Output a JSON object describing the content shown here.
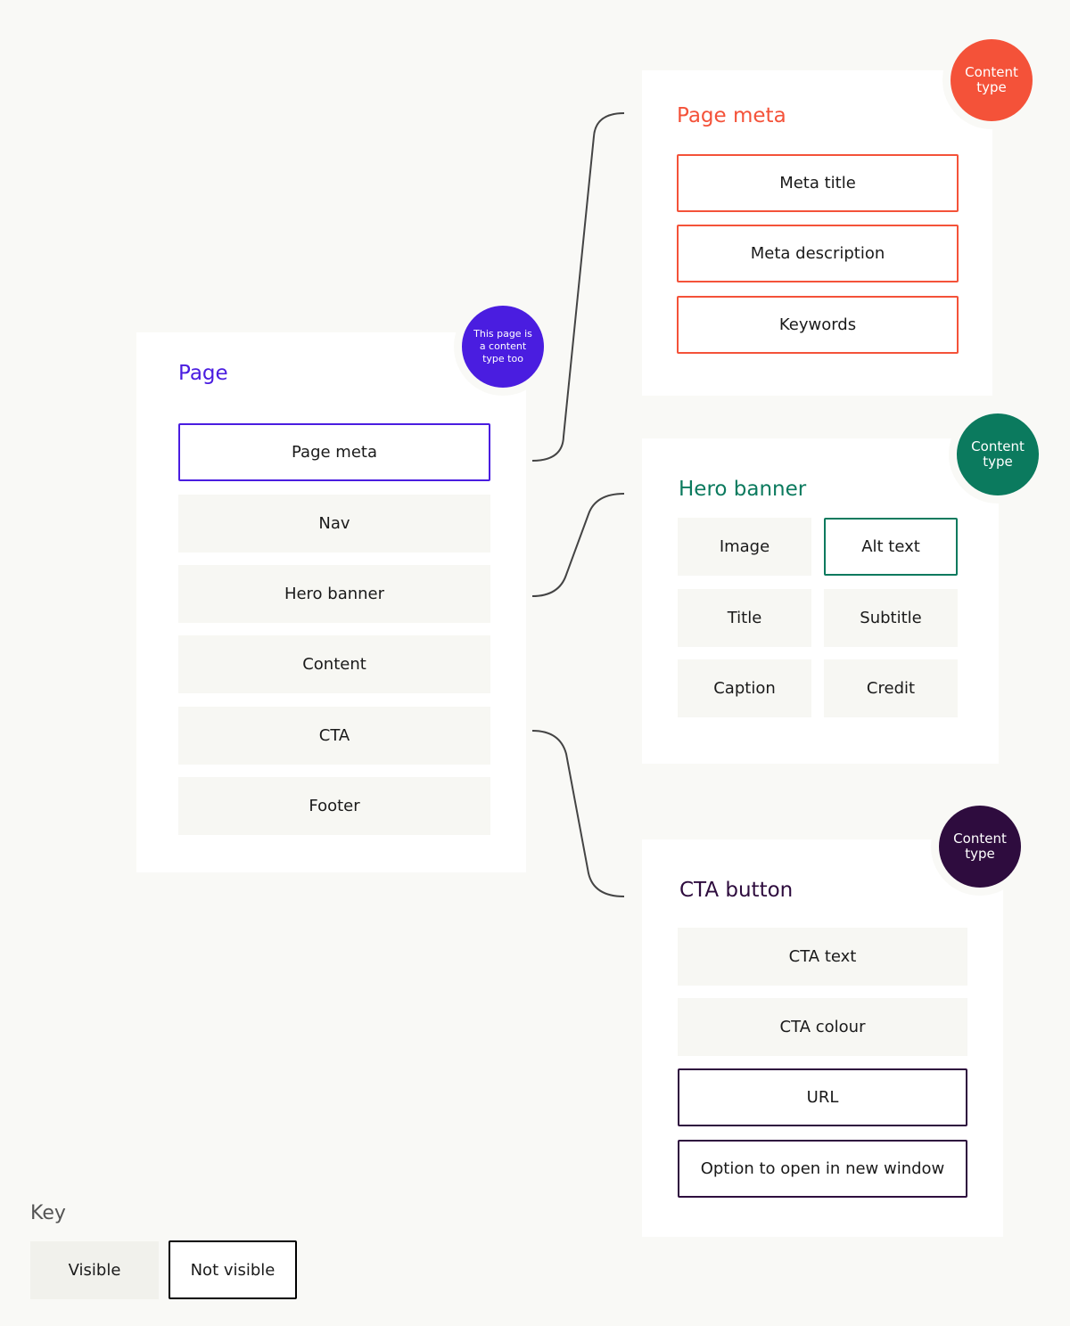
{
  "page": {
    "title": "Page",
    "badge": "This page is a content type too",
    "fields": [
      "Page meta",
      "Nav",
      "Hero banner",
      "Content",
      "CTA",
      "Footer"
    ]
  },
  "page_meta": {
    "title": "Page meta",
    "badge": "Content type",
    "fields": [
      "Meta title",
      "Meta description",
      "Keywords"
    ]
  },
  "hero_banner": {
    "title": "Hero banner",
    "badge": "Content type",
    "fields": [
      "Image",
      "Alt text",
      "Title",
      "Subtitle",
      "Caption",
      "Credit"
    ]
  },
  "cta_button": {
    "title": "CTA button",
    "badge": "Content type",
    "fields": [
      "CTA text",
      "CTA colour",
      "URL",
      "Option to open in new window"
    ]
  },
  "key": {
    "title": "Key",
    "visible": "Visible",
    "not_visible": "Not visible"
  },
  "colors": {
    "page": "#4a1de0",
    "page_meta": "#f45239",
    "hero_banner": "#0b7a5e",
    "cta_button": "#2e0c3e",
    "connector": "#444444",
    "visible_fill": "#f7f7f3"
  }
}
